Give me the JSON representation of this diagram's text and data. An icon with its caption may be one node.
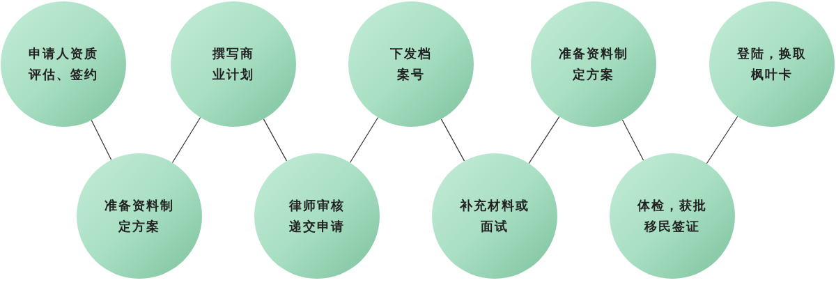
{
  "diagram": {
    "nodes": [
      {
        "text": [
          "申请人资质评估、签约"
        ]
      },
      {
        "text": [
          "准备资料制定方案"
        ]
      },
      {
        "text": [
          "撰写商业计划"
        ]
      },
      {
        "text": [
          "律师审核递交申请"
        ]
      },
      {
        "text": [
          "下发档案号"
        ]
      },
      {
        "text": [
          "补充材料或面试"
        ]
      },
      {
        "text": [
          "准备资料制定方案"
        ]
      },
      {
        "text": [
          "体检，获批移民签证"
        ]
      },
      {
        "text": [
          "登陆，换取枫叶卡"
        ]
      }
    ],
    "edges": [
      {
        "from": 0,
        "to": 1,
        "arrow": "none"
      },
      {
        "from": 1,
        "to": 2,
        "arrow": "none"
      },
      {
        "from": 2,
        "to": 3,
        "arrow": "none"
      },
      {
        "from": 3,
        "to": 4,
        "arrow": "none"
      },
      {
        "from": 4,
        "to": 5,
        "arrow": "none"
      },
      {
        "from": 5,
        "to": 6,
        "arrow": "none"
      },
      {
        "from": 6,
        "to": 7,
        "arrow": "none"
      },
      {
        "from": 7,
        "to": 8,
        "arrow": "none"
      }
    ]
  }
}
